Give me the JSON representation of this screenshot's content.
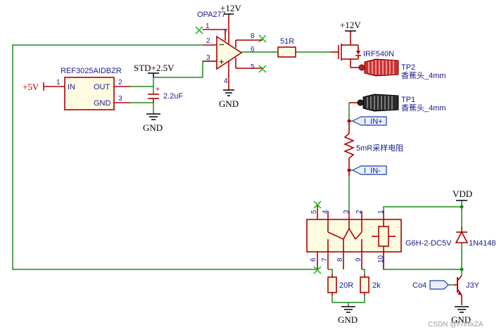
{
  "power": {
    "plus12_top": "+12V",
    "plus12_mos": "+12V",
    "plus5": "+5V",
    "vdd": "VDD",
    "std": "STD+2.5V",
    "gnd": "GND"
  },
  "opamp": {
    "name": "OPA277",
    "pins": [
      "1",
      "2",
      "3",
      "4",
      "5",
      "6",
      "7",
      "8"
    ],
    "minus": "−",
    "plus": "+"
  },
  "reference": {
    "name": "REF3025AIDBZR",
    "in_label": "IN",
    "out_label": "OUT",
    "gnd_label": "GND",
    "pins": [
      "1",
      "2",
      "3"
    ]
  },
  "capacitor": {
    "value": "2.2uF",
    "polarity": "+"
  },
  "resistor_gate": {
    "value": "51R"
  },
  "mosfet": {
    "name": "IRF540N"
  },
  "test_points": {
    "tp2_name": "TP2",
    "tp2_desc": "香蕉头_4mm",
    "tp1_name": "TP1",
    "tp1_desc": "香蕉头_4mm"
  },
  "net_labels": {
    "i_in_plus": "I_IN+",
    "i_in_minus": "I_IN-",
    "co4": "Co4"
  },
  "shunt": {
    "value": "5mR采样电阻"
  },
  "relay": {
    "name": "G6H-2-DC5V",
    "pins": [
      "5",
      "4",
      "3",
      "2",
      "1",
      "6",
      "7",
      "8",
      "9",
      "10"
    ]
  },
  "resistor_20r": {
    "value": "20R"
  },
  "resistor_2k": {
    "value": "2k"
  },
  "diode": {
    "name": "1N4148"
  },
  "transistor": {
    "name": "J3Y"
  },
  "watermark": "CSDN @FrinixZA"
}
